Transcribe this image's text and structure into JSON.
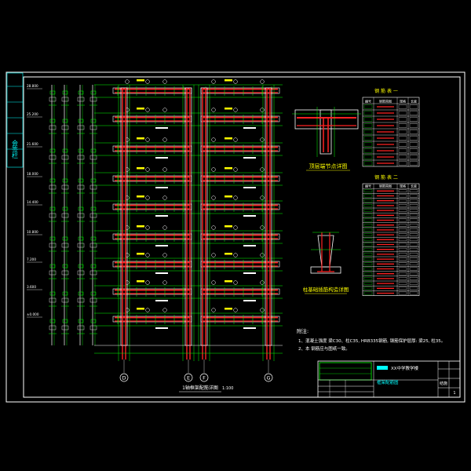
{
  "drawing": {
    "frame_color": "#ffffff",
    "beam_color": "#ff2222",
    "rebar_color": "#00ff00",
    "col_color": "#ffffff",
    "accent": "#ffff00",
    "cyan": "#00ffff"
  },
  "elevations": [
    "28.800",
    "25.200",
    "21.600",
    "18.000",
    "14.400",
    "10.800",
    "7.200",
    "3.600",
    "±0.000"
  ],
  "axis_labels": [
    "D",
    "E",
    "F",
    "G"
  ],
  "left_stamp": "会签栏",
  "frame_title": "1轴框架配筋详图",
  "frame_scale": "1:100",
  "node_detail_title": "顶层端节点详图",
  "base_detail_title": "柱基础插筋构造详图",
  "table1": {
    "title": "钢 筋 表 一",
    "headers": [
      "编号",
      "钢筋简图",
      "规格",
      "长度"
    ],
    "row_count": 10
  },
  "table2": {
    "title": "钢 筋 表 二",
    "headers": [
      "编号",
      "钢筋简图",
      "规格",
      "长度"
    ],
    "row_count": 22
  },
  "notes": {
    "heading": "附注:",
    "lines": [
      "1、混凝土强度 梁C30、柱C35, HRB335钢筋, 钢筋保护层厚: 梁25, 柱35。",
      "2、本 钢筋应与图纸一致。"
    ]
  },
  "title_block": {
    "project": "XX中学教学楼",
    "drawing_name": "框架配筋图",
    "sheet_label": "结施",
    "sheet_no": "1"
  }
}
